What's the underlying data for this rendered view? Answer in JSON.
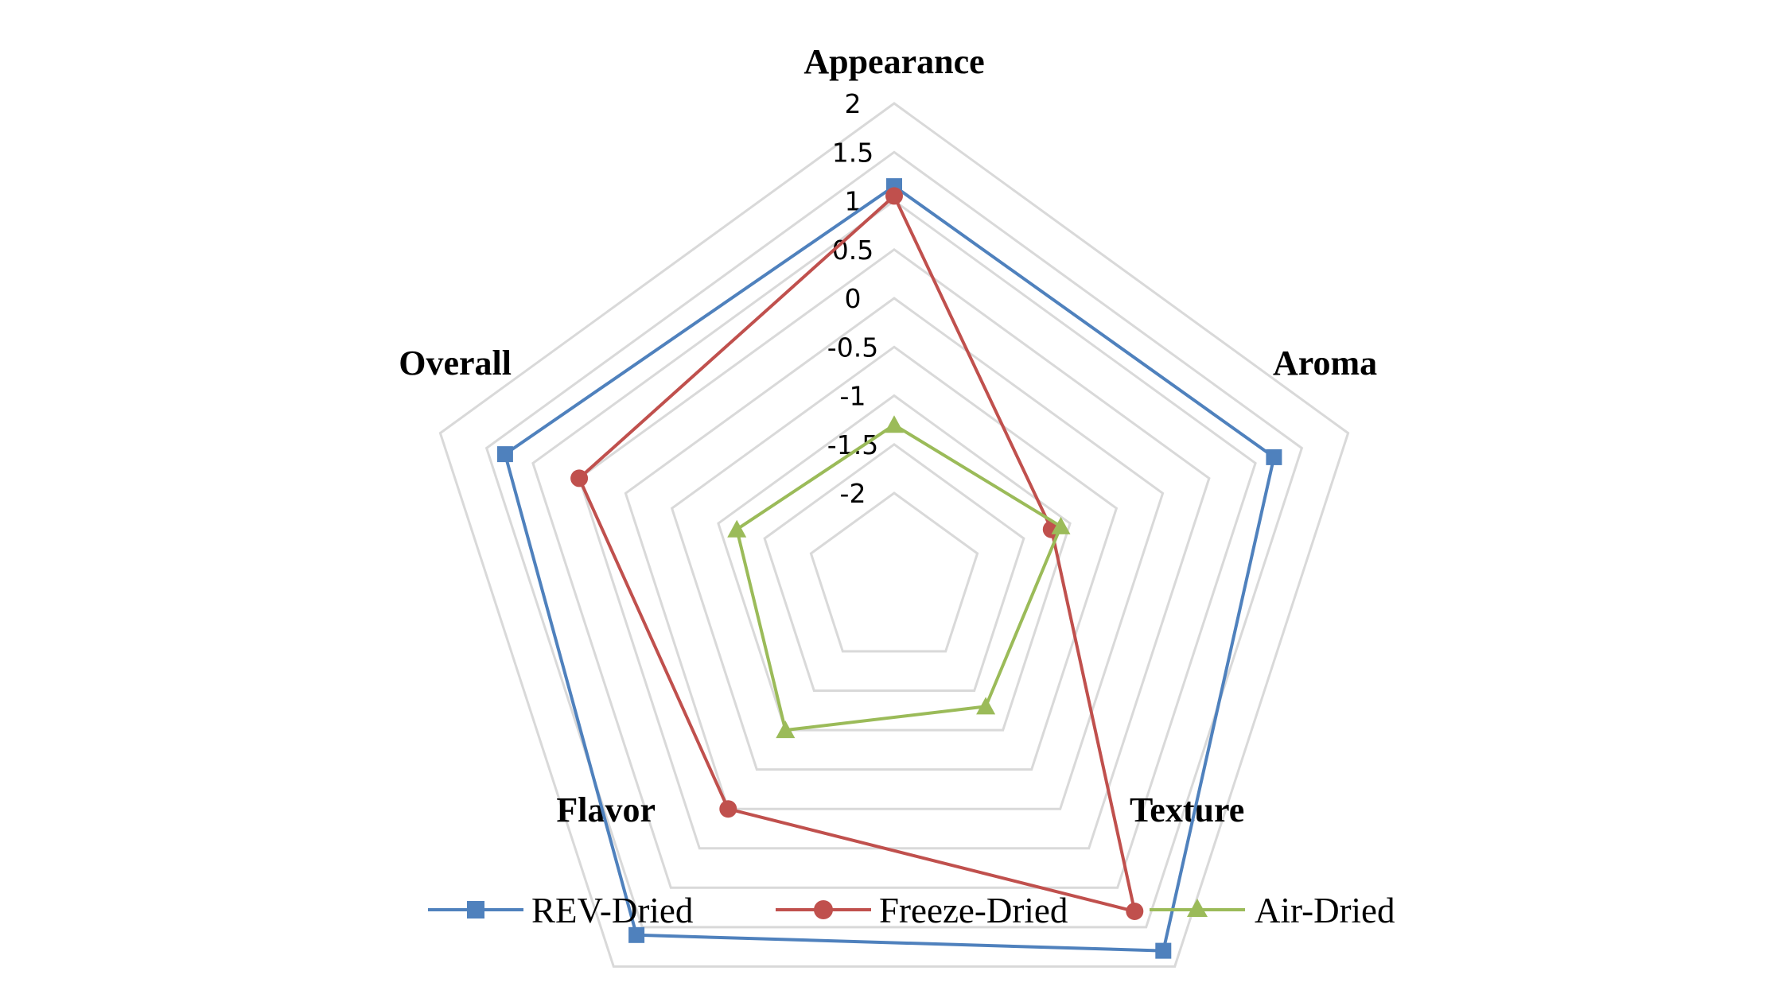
{
  "chart_data": {
    "type": "radar",
    "axes": [
      "Appearance",
      "Aroma",
      "Texture",
      "Flavor",
      "Overall"
    ],
    "r_ticks": [
      "2",
      "1.5",
      "1",
      "0.5",
      "0",
      "-0.5",
      "-1",
      "-1.5",
      "-2"
    ],
    "r_min": -2,
    "r_max": 2,
    "r_step": 0.5,
    "grid": true,
    "legend_position": "bottom",
    "series": [
      {
        "name": "REV-Dried",
        "color": "#4f81bd",
        "marker": "square",
        "values": [
          1.15,
          1.2,
          1.8,
          1.6,
          1.3
        ]
      },
      {
        "name": "Freeze-Dried",
        "color": "#c0504d",
        "marker": "circle",
        "values": [
          1.05,
          -1.2,
          1.3,
          0.0,
          0.5
        ]
      },
      {
        "name": "Air-Dried",
        "color": "#9bbb59",
        "marker": "triangle",
        "values": [
          -1.3,
          -1.1,
          -1.3,
          -1.0,
          -1.2
        ]
      }
    ]
  }
}
